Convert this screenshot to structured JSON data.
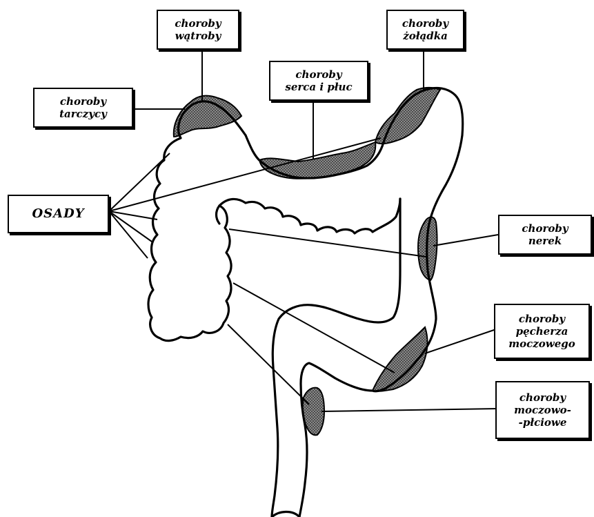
{
  "diagram": {
    "colors": {
      "outline": "#000000",
      "hatch_fill": "#9a9a9a",
      "background": "#ffffff"
    },
    "hub_label": "OSADY",
    "labels": {
      "watroby": {
        "line1": "choroby",
        "line2": "wątroby"
      },
      "zoladka": {
        "line1": "choroby",
        "line2": "żołądka"
      },
      "tarczycy": {
        "line1": "choroby",
        "line2": "tarczycy"
      },
      "serca": {
        "line1": "choroby",
        "line2": "serca i płuc"
      },
      "nerek": {
        "line1": "choroby",
        "line2": "nerek"
      },
      "pecherza": {
        "line1": "choroby",
        "line2": "pęcherza",
        "line3": "moczowego"
      },
      "moczowo": {
        "line1": "choroby",
        "line2": "moczowo-",
        "line3": "-płciowe"
      }
    }
  }
}
